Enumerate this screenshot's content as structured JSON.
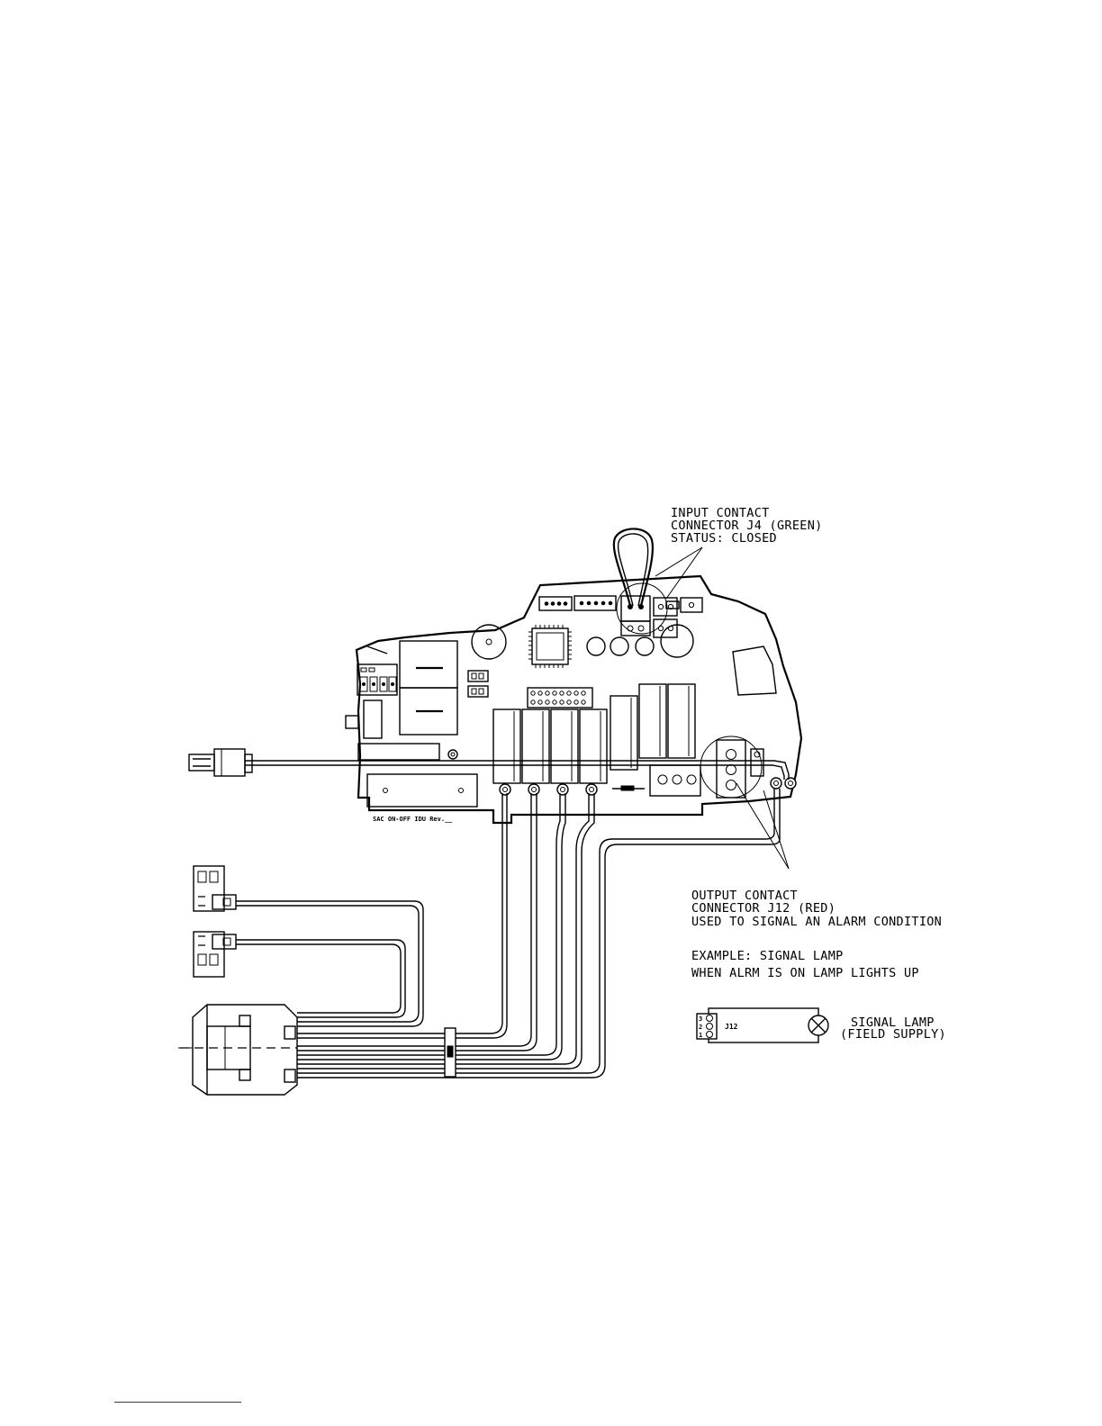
{
  "labels": {
    "input_contact": [
      "INPUT CONTACT",
      "CONNECTOR J4 (GREEN)",
      "STATUS: CLOSED"
    ],
    "output_contact": [
      "OUTPUT CONTACT",
      "CONNECTOR J12 (RED)",
      "USED TO SIGNAL AN ALARM CONDITION"
    ],
    "example": [
      "EXAMPLE: SIGNAL LAMP",
      "WHEN ALRM IS ON LAMP LIGHTS UP"
    ],
    "board_silkscreen": "SAC ON-OFF IDU Rev.__",
    "j12": "J12",
    "pins": [
      "3",
      "2",
      "1"
    ],
    "signal_lamp": [
      "SIGNAL LAMP",
      "(FIELD SUPPLY)"
    ]
  },
  "colors": {
    "line": "#000000",
    "footer_rule": "#1a3f8f"
  }
}
